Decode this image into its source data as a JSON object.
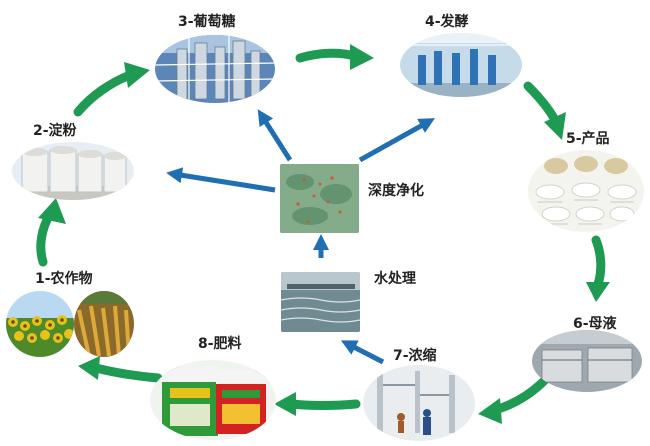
{
  "nodes": {
    "crop": {
      "label": "1-农作物"
    },
    "starch": {
      "label": "2-淀粉"
    },
    "glucose": {
      "label": "3-葡萄糖"
    },
    "ferment": {
      "label": "4-发酵"
    },
    "product": {
      "label": "5-产品"
    },
    "mother": {
      "label": "6-母液"
    },
    "concen": {
      "label": "7-浓缩"
    },
    "fert": {
      "label": "8-肥料"
    },
    "water": {
      "label": "水处理"
    },
    "purify": {
      "label": "深度净化"
    }
  },
  "colors": {
    "cycle_arrow": "#1e9a52",
    "blue_arrow": "#1f6fb2",
    "sky": "#9fc6e6",
    "sunflower": "#e6c31a",
    "fert_red": "#d32222",
    "fert_green": "#2e9a3a"
  }
}
